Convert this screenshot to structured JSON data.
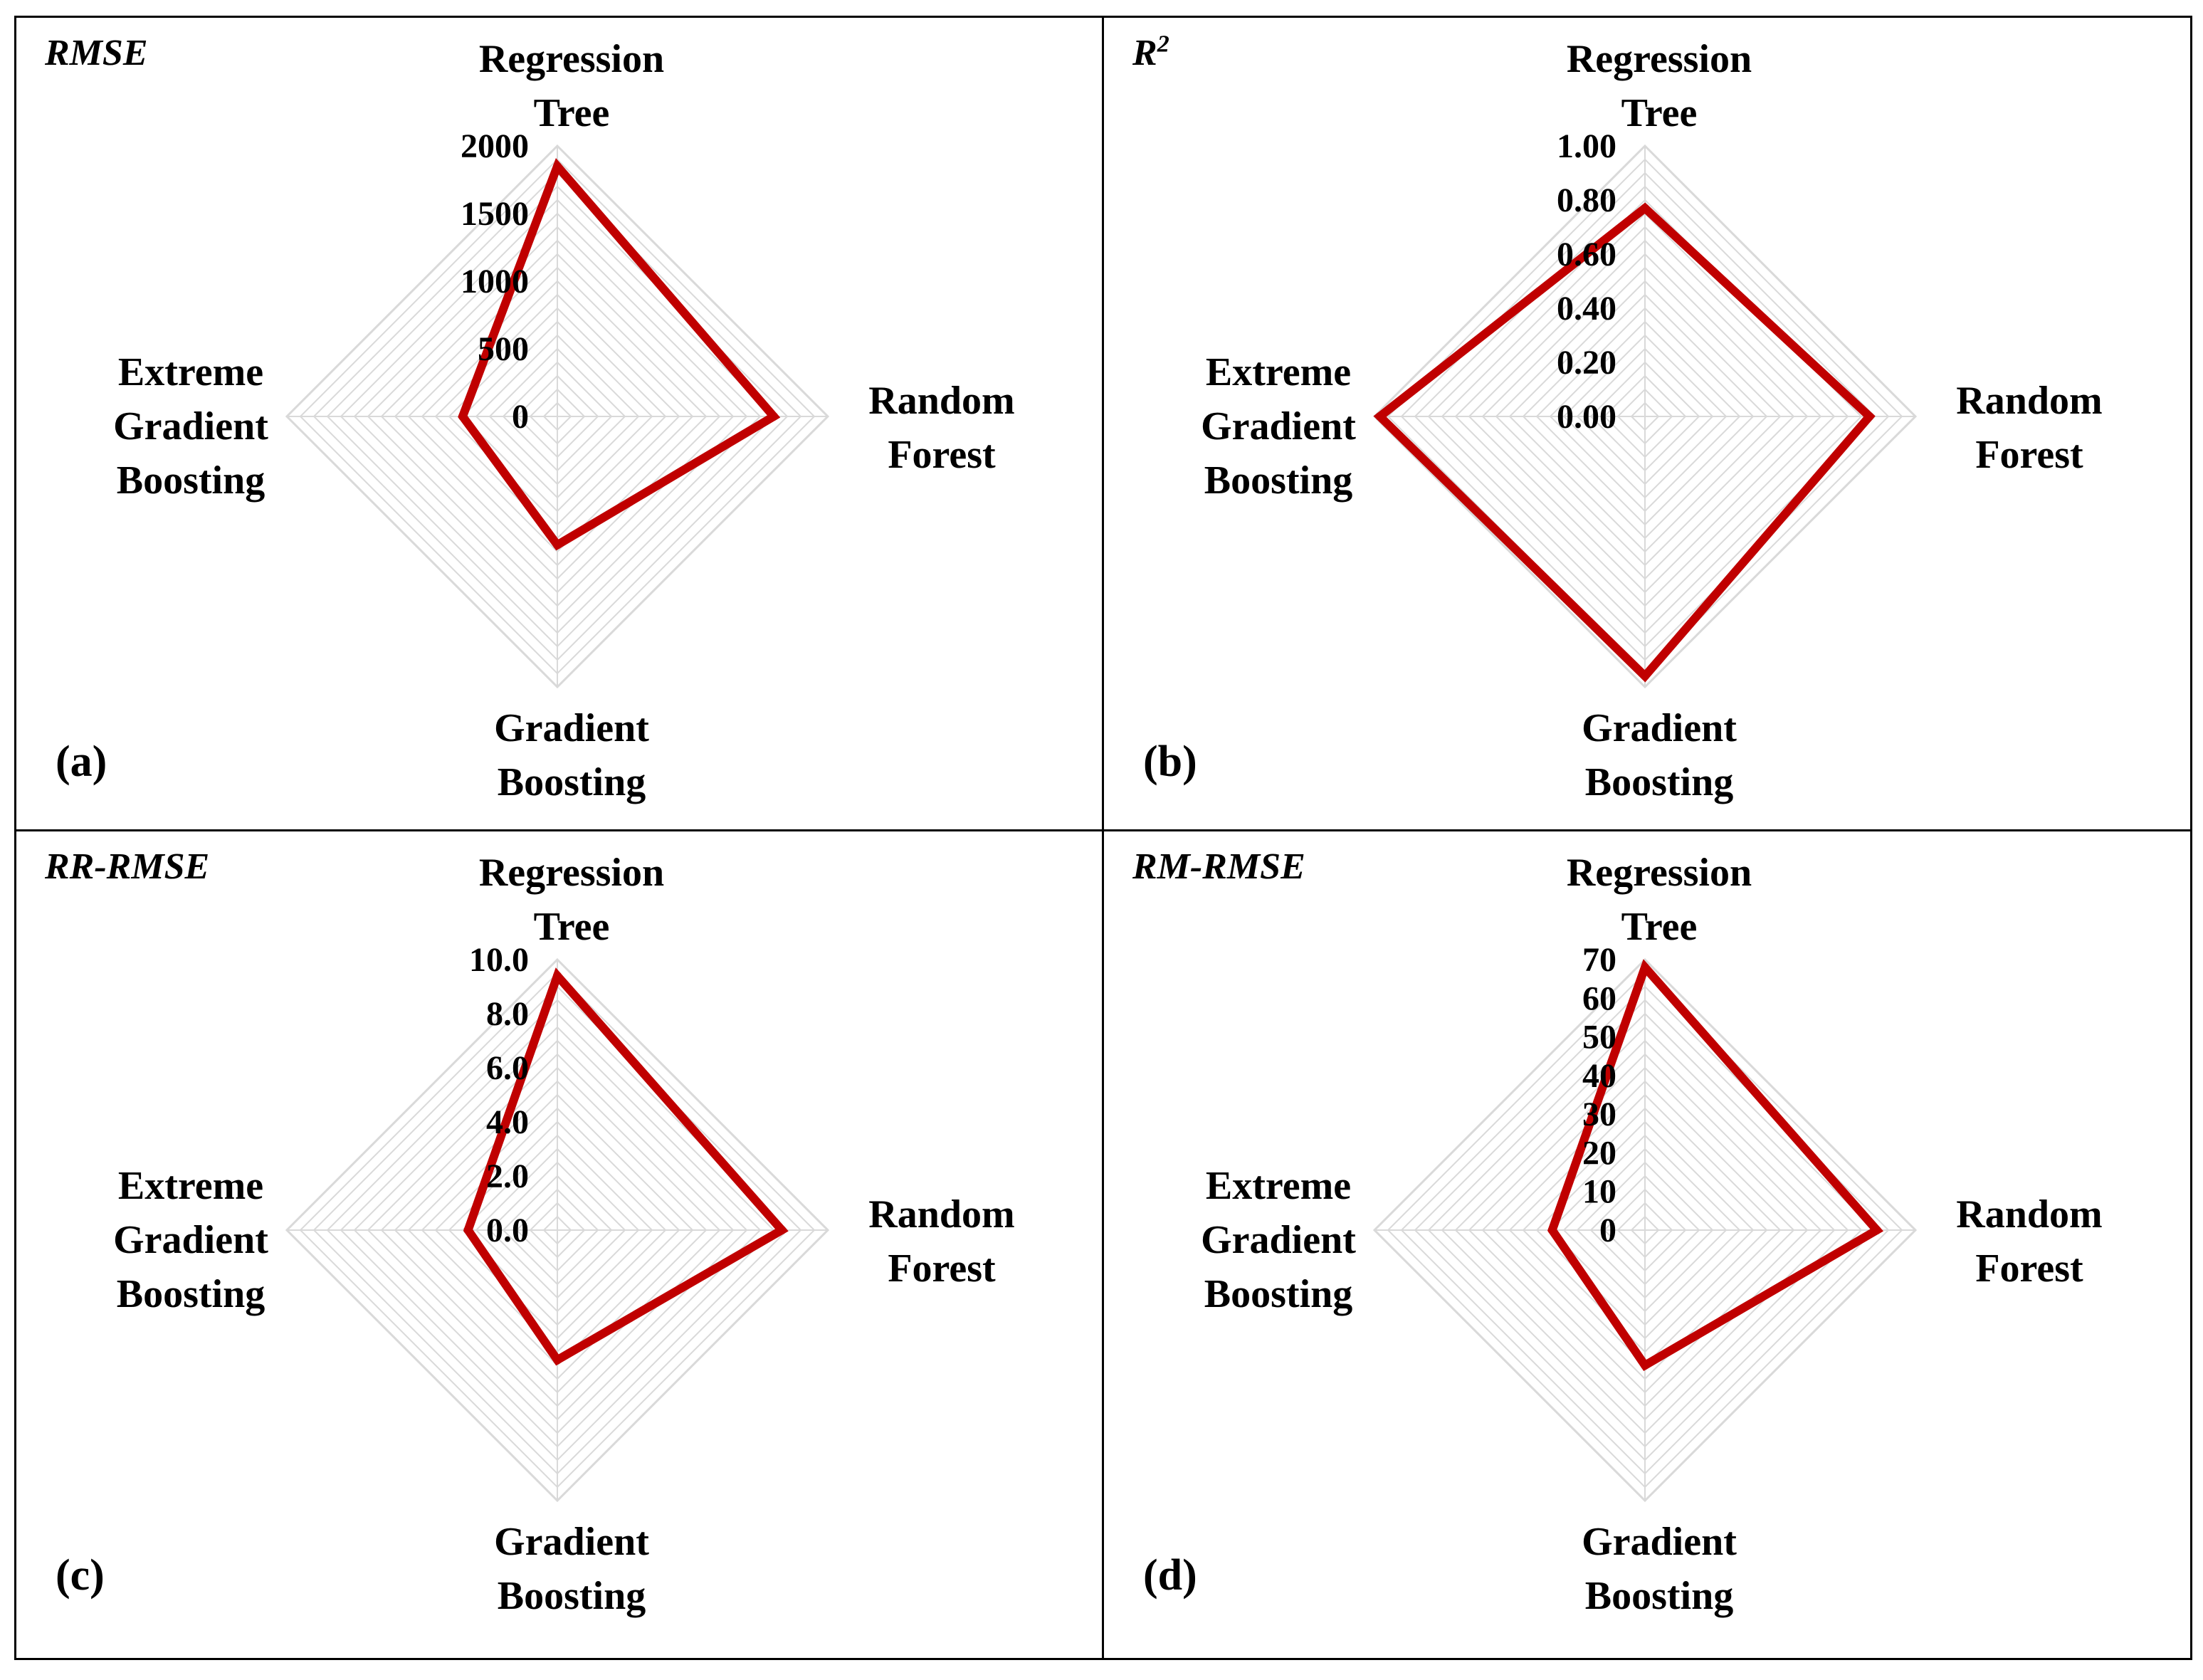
{
  "chart_data": [
    {
      "type": "radar",
      "title": "RMSE",
      "panel_label": "(a)",
      "axes": [
        "Regression Tree",
        "Random Forest",
        "Gradient Boosting",
        "Extreme Gradient Boosting"
      ],
      "ticks": [
        "0",
        "500",
        "1000",
        "1500",
        "2000"
      ],
      "rmax": 2000,
      "values": [
        1850,
        1600,
        950,
        700
      ],
      "line_color": "#c00000",
      "grid_color": "#d9d9d9"
    },
    {
      "type": "radar",
      "title": "R",
      "title_sup": "2",
      "panel_label": "(b)",
      "axes": [
        "Regression Tree",
        "Random Forest",
        "Gradient Boosting",
        "Extreme Gradient Boosting"
      ],
      "ticks": [
        "0.00",
        "0.20",
        "0.40",
        "0.60",
        "0.80",
        "1.00"
      ],
      "rmax": 1.0,
      "values": [
        0.77,
        0.83,
        0.96,
        0.98
      ],
      "line_color": "#c00000",
      "grid_color": "#d9d9d9"
    },
    {
      "type": "radar",
      "title": "RR-RMSE",
      "panel_label": "(c)",
      "axes": [
        "Regression Tree",
        "Random Forest",
        "Gradient Boosting",
        "Extreme Gradient Boosting"
      ],
      "ticks": [
        "0.0",
        "2.0",
        "4.0",
        "6.0",
        "8.0",
        "10.0"
      ],
      "rmax": 10.0,
      "values": [
        9.4,
        8.3,
        4.8,
        3.3
      ],
      "line_color": "#c00000",
      "grid_color": "#d9d9d9"
    },
    {
      "type": "radar",
      "title": "RM-RMSE",
      "panel_label": "(d)",
      "axes": [
        "Regression Tree",
        "Random Forest",
        "Gradient Boosting",
        "Extreme Gradient Boosting"
      ],
      "ticks": [
        "0",
        "10",
        "20",
        "30",
        "40",
        "50",
        "60",
        "70"
      ],
      "rmax": 70,
      "values": [
        68,
        60,
        35,
        24
      ],
      "line_color": "#c00000",
      "grid_color": "#d9d9d9"
    }
  ]
}
